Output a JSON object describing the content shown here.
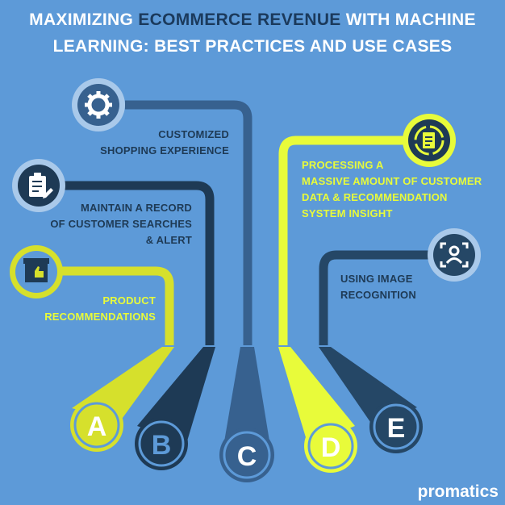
{
  "title": {
    "part1": "MAXIMIZING",
    "highlight": "ECOMMERCE REVENUE",
    "part2": "WITH MACHINE",
    "line2": "LEARNING: BEST PRACTICES AND USE CASES"
  },
  "items": [
    {
      "letter": "A",
      "label_lines": [
        "PRODUCT",
        "RECOMMENDATIONS"
      ],
      "icon": "store-thumbs-up-icon",
      "color": "#d6e02c"
    },
    {
      "letter": "B",
      "label_lines": [
        "MAINTAIN A RECORD",
        "OF CUSTOMER SEARCHES",
        "& ALERT"
      ],
      "icon": "clipboard-edit-icon",
      "color": "#1e3a55"
    },
    {
      "letter": "C",
      "label_lines": [
        "CUSTOMIZED",
        "SHOPPING EXPERIENCE"
      ],
      "icon": "gear-wrench-icon",
      "color": "#37618f"
    },
    {
      "letter": "D",
      "label_lines": [
        "PROCESSING A",
        "MASSIVE AMOUNT OF CUSTOMER",
        "DATA & RECOMMENDATION",
        "SYSTEM INSIGHT"
      ],
      "icon": "document-refresh-icon",
      "color": "#e8fb3a"
    },
    {
      "letter": "E",
      "label_lines": [
        "USING IMAGE",
        "RECOGNITION"
      ],
      "icon": "face-scan-icon",
      "color": "#254766"
    }
  ],
  "brand": "promatics",
  "colors": {
    "background": "#5d9ad8",
    "title": "#ffffff",
    "title_highlight": "#1b3a5c",
    "dark_text": "#1e3a55",
    "lime_text": "#e8fb3a"
  }
}
